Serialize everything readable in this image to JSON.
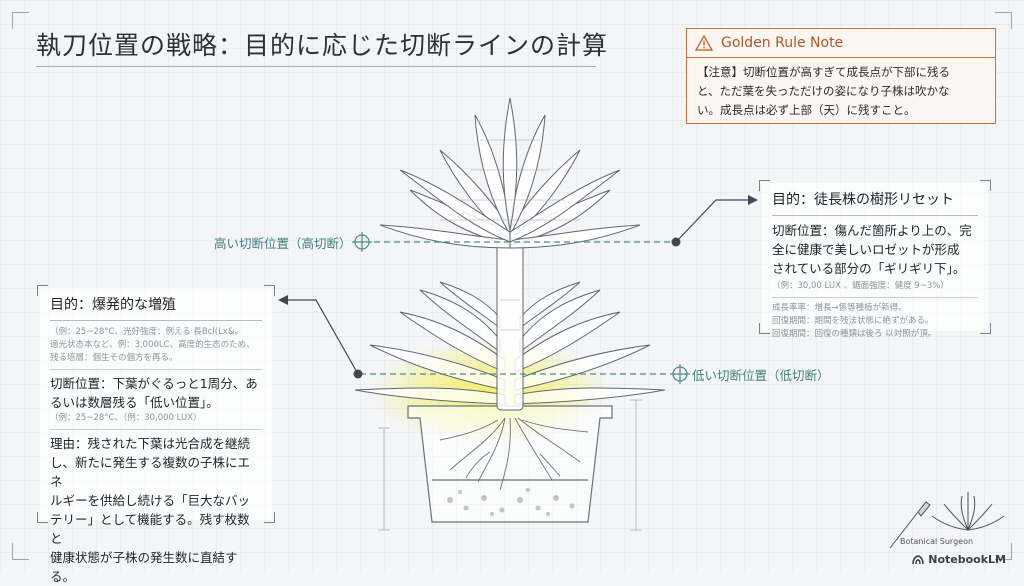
{
  "title": "執刀位置の戦略：目的に応じた切断ラインの計算",
  "note": {
    "heading": "Golden Rule Note",
    "icon": "warning-triangle-icon",
    "lines": [
      "【注意】切断位置が高すぎて成長点が下部に残る",
      "と、ただ葉を失っただけの姿になり子株は吹かな",
      "い。成長点は必ず上部（天）に残すこと。"
    ]
  },
  "high_cut": {
    "label": "高い切断位置（高切断）"
  },
  "low_cut": {
    "label": "低い切断位置（低切断）"
  },
  "right_panel": {
    "heading": "目的：徒長株の樹形リセット",
    "body_lines": [
      "切断位置：傷んだ箇所より上の、完",
      "全に健康で美しいロゼットが形成",
      "されている部分の「ギリギリ下」。"
    ],
    "faint_top": "（例：30,00 LUX 、鋸面強度：健度 9~3%）",
    "faint_lines": [
      "成長率率：増長→係等種植が新得。",
      "回復期間：期間を残法状態に絶ずがある。",
      "回復期間：回復の種類は後ろ 以対照が頂。"
    ]
  },
  "left_panel": {
    "heading": "目的：爆発的な増殖",
    "faint_lines": [
      "（例：25~28°C、光好強度：例える 長Bcl(Lx&。",
      "適光状态本など、例：3,000LC、高度的生态のため、",
      "残る培層：個生その個方を再る。"
    ],
    "cut_lines": [
      "切断位置：下葉がぐるっと1周分、あ",
      "るいは数層残る「低い位置」。"
    ],
    "cut_faint": "（例：25~28°C、（例：30,000 LUX）",
    "reason_lines": [
      "理由：残された下葉は光合成を継続",
      "し、新たに発生する複数の子株にエネ",
      "ルギーを供給し続ける「巨大なバッ",
      "テリー」として機能する。残す枚数と",
      "健康状態が子株の発生数に直結する。"
    ]
  },
  "logo_caption": "Botanical Surgeon",
  "brand": "NotebookLM",
  "colors": {
    "accent_orange": "#c9703f",
    "cut_line_teal": "#4f8b89",
    "highlight_yellow": "#f3ef5a"
  }
}
